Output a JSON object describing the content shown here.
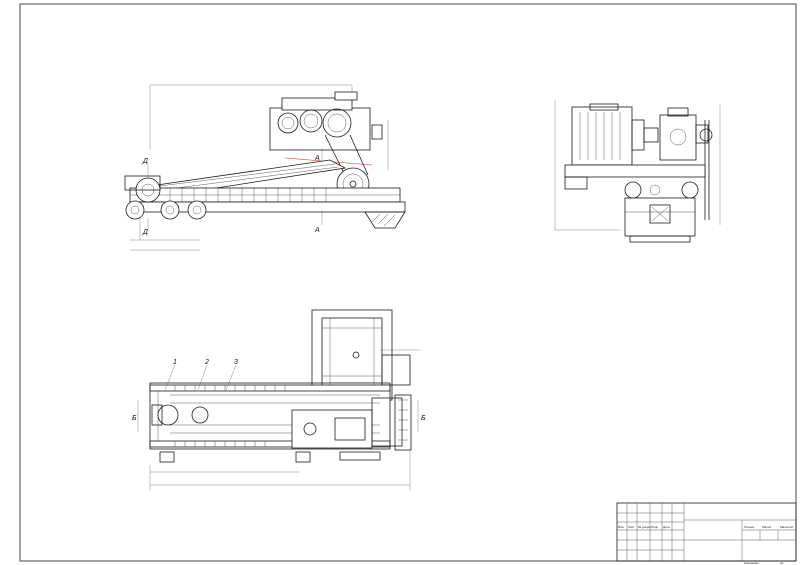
{
  "drawing": {
    "view_labels": {
      "section_d_top": "Д",
      "section_d_bottom": "Д",
      "section_a_top": "А",
      "section_a_bottom": "А",
      "section_b_left": "Б",
      "section_b_right": "Б",
      "callout_1": "1",
      "callout_2": "2",
      "callout_3": "3"
    }
  },
  "title_block": {
    "header_cells": [
      "Изм",
      "Лист",
      "№ докум.",
      "Подп.",
      "Дата"
    ],
    "stage_labels": [
      "Литера",
      "Масса",
      "Масштаб"
    ],
    "footer_left": "Копировал",
    "footer_right": "А1"
  },
  "colors": {
    "line": "#1a1a1a",
    "dimension": "#555555",
    "accent": "#dd2222"
  }
}
